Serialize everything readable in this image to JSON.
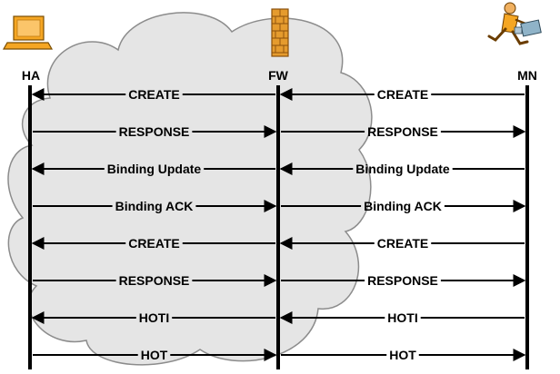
{
  "nodes": {
    "ha": {
      "label": "HA",
      "icon": "laptop-icon"
    },
    "fw": {
      "label": "FW",
      "icon": "firewall-icon"
    },
    "mn": {
      "label": "MN",
      "icon": "mobile-user-icon"
    }
  },
  "messages": [
    {
      "label": "CREATE",
      "direction": "left"
    },
    {
      "label": "RESPONSE",
      "direction": "right"
    },
    {
      "label": "Binding Update",
      "direction": "left"
    },
    {
      "label": "Binding ACK",
      "direction": "right"
    },
    {
      "label": "CREATE",
      "direction": "left"
    },
    {
      "label": "RESPONSE",
      "direction": "right"
    },
    {
      "label": "HOTI",
      "direction": "left"
    },
    {
      "label": "HOT",
      "direction": "right"
    }
  ],
  "colors": {
    "cloud_fill": "#e5e5e5",
    "cloud_stroke": "#8c8c8c",
    "laptop_orange": "#f5a623",
    "brick": "#e59b2e",
    "lines": "#000000"
  }
}
